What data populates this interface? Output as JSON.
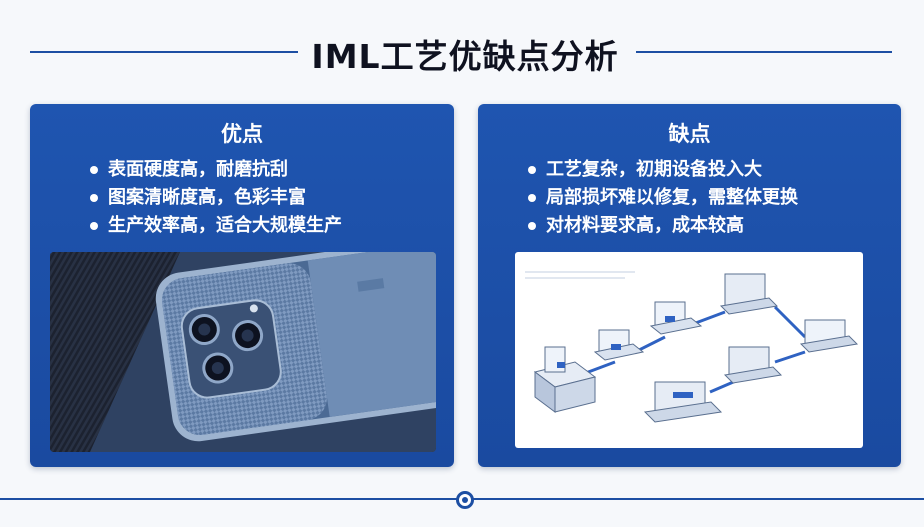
{
  "title": "IML工艺优缺点分析",
  "advantages": {
    "heading": "优点",
    "items": [
      "表面硬度高，耐磨抗刮",
      "图案清晰度高，色彩丰富",
      "生产效率高，适合大规模生产"
    ]
  },
  "disadvantages": {
    "heading": "缺点",
    "items": [
      "工艺复杂，初期设备投入大",
      "局部损坏难以修复，需整体更换",
      "对材料要求高，成本较高"
    ]
  },
  "colors": {
    "accent": "#1d4fa3",
    "panel": "#1f55b0",
    "text_light": "#ffffff",
    "title_text": "#0f1220"
  },
  "icons": [
    "bullet-dot",
    "timeline-node"
  ]
}
